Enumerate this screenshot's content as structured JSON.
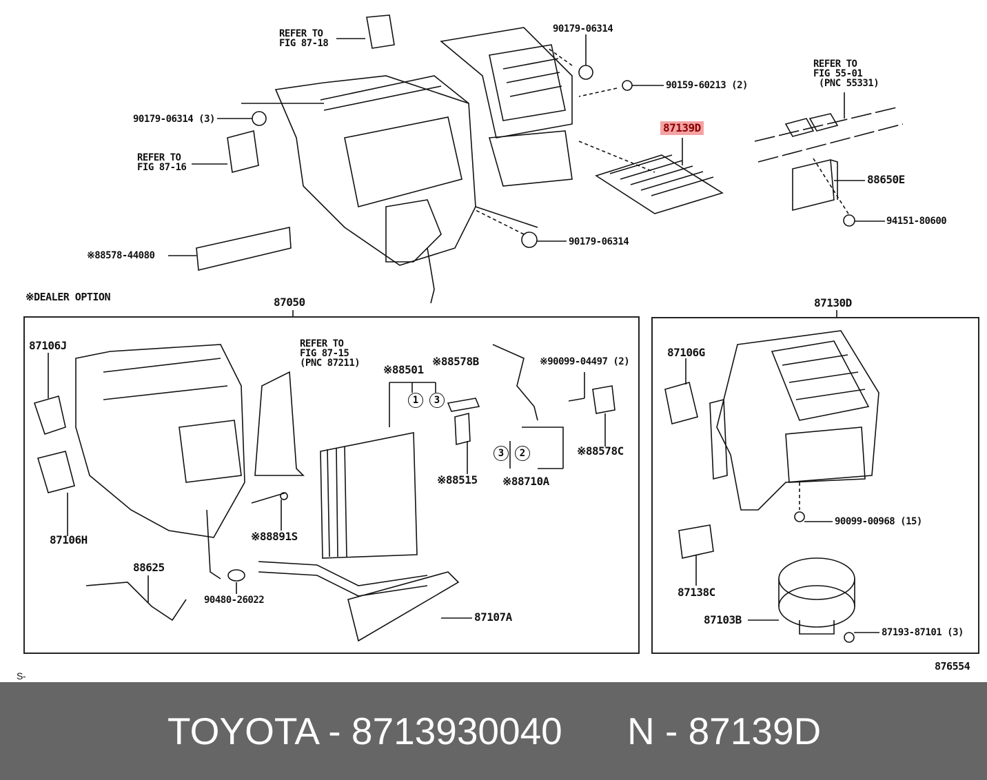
{
  "labels": {
    "refer_87_18": "REFER TO\nFIG 87-18",
    "p90179_top": "90179-06314",
    "p90159": "90159-60213 (2)",
    "refer_55_01": "REFER TO\nFIG 55-01\n (PNC 55331)",
    "highlight": "87139D",
    "p88650E": "88650E",
    "p94151": "94151-80600",
    "p90179_left": "90179-06314 (3)",
    "refer_87_16": "REFER TO\nFIG 87-16",
    "p90179_mid": "90179-06314",
    "p88578_44080": "※88578-44080",
    "dealer_option": "※DEALER OPTION",
    "p87050": "87050",
    "p87130D": "87130D",
    "p87106J": "87106J",
    "p87106H": "87106H",
    "refer_87_15": "REFER TO\nFIG 87-15\n(PNC 87211)",
    "p88501": "※88501",
    "p88578B": "※88578B",
    "p90099_04497": "※90099-04497 (2)",
    "p88578C": "※88578C",
    "p88515": "※88515",
    "p88710A": "※88710A",
    "p88891S": "※88891S",
    "p88625": "88625",
    "p90480": "90480-26022",
    "p87107A": "87107A",
    "p87106G": "87106G",
    "p90099_00968": "90099-00968 (15)",
    "p87138C": "87138C",
    "p87103B": "87103B",
    "p87193": "87193-87101 (3)",
    "fig_no": "876554",
    "s_mark": "S-"
  },
  "circles": [
    "1",
    "3",
    "3",
    "2"
  ],
  "footer": {
    "part": "TOYOTA - 8713930040",
    "pnc": "N - 87139D"
  },
  "colors": {
    "highlight_bg": "#f4a3a3",
    "highlight_text": "#8b0000",
    "footer_bg": "#666666"
  }
}
